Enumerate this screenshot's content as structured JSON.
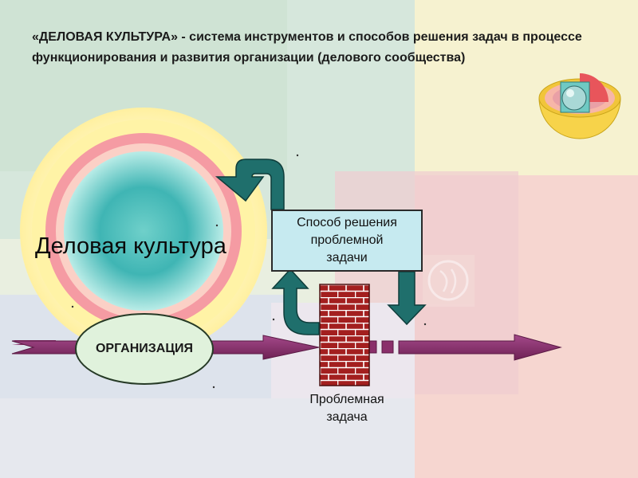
{
  "slide": {
    "heading": "«ДЕЛОВАЯ КУЛЬТУРА» - система инструментов и способов решения задач в процессе функционирования и развития организации (делового сообщества)",
    "culture_label": "Деловая культура",
    "organization_label": "ОРГАНИЗАЦИЯ",
    "method_label": "Способ решения\nпроблемной\nзадачи",
    "problem_label": "Проблемная\nзадача"
  },
  "colors": {
    "arrow_magenta": "#8a2f6a",
    "curved_arrow_teal": "#1f6f6c",
    "brick_red": "#9b1c1c",
    "method_box_fill": "#c6eaf0",
    "outer_ring_yellow": "#fbf3a9",
    "middle_ring_pink": "#f5a1a6",
    "core_teal": "#3fb5b4"
  },
  "icons": [
    "hemisphere-icon",
    "watermark-logo-icon"
  ]
}
